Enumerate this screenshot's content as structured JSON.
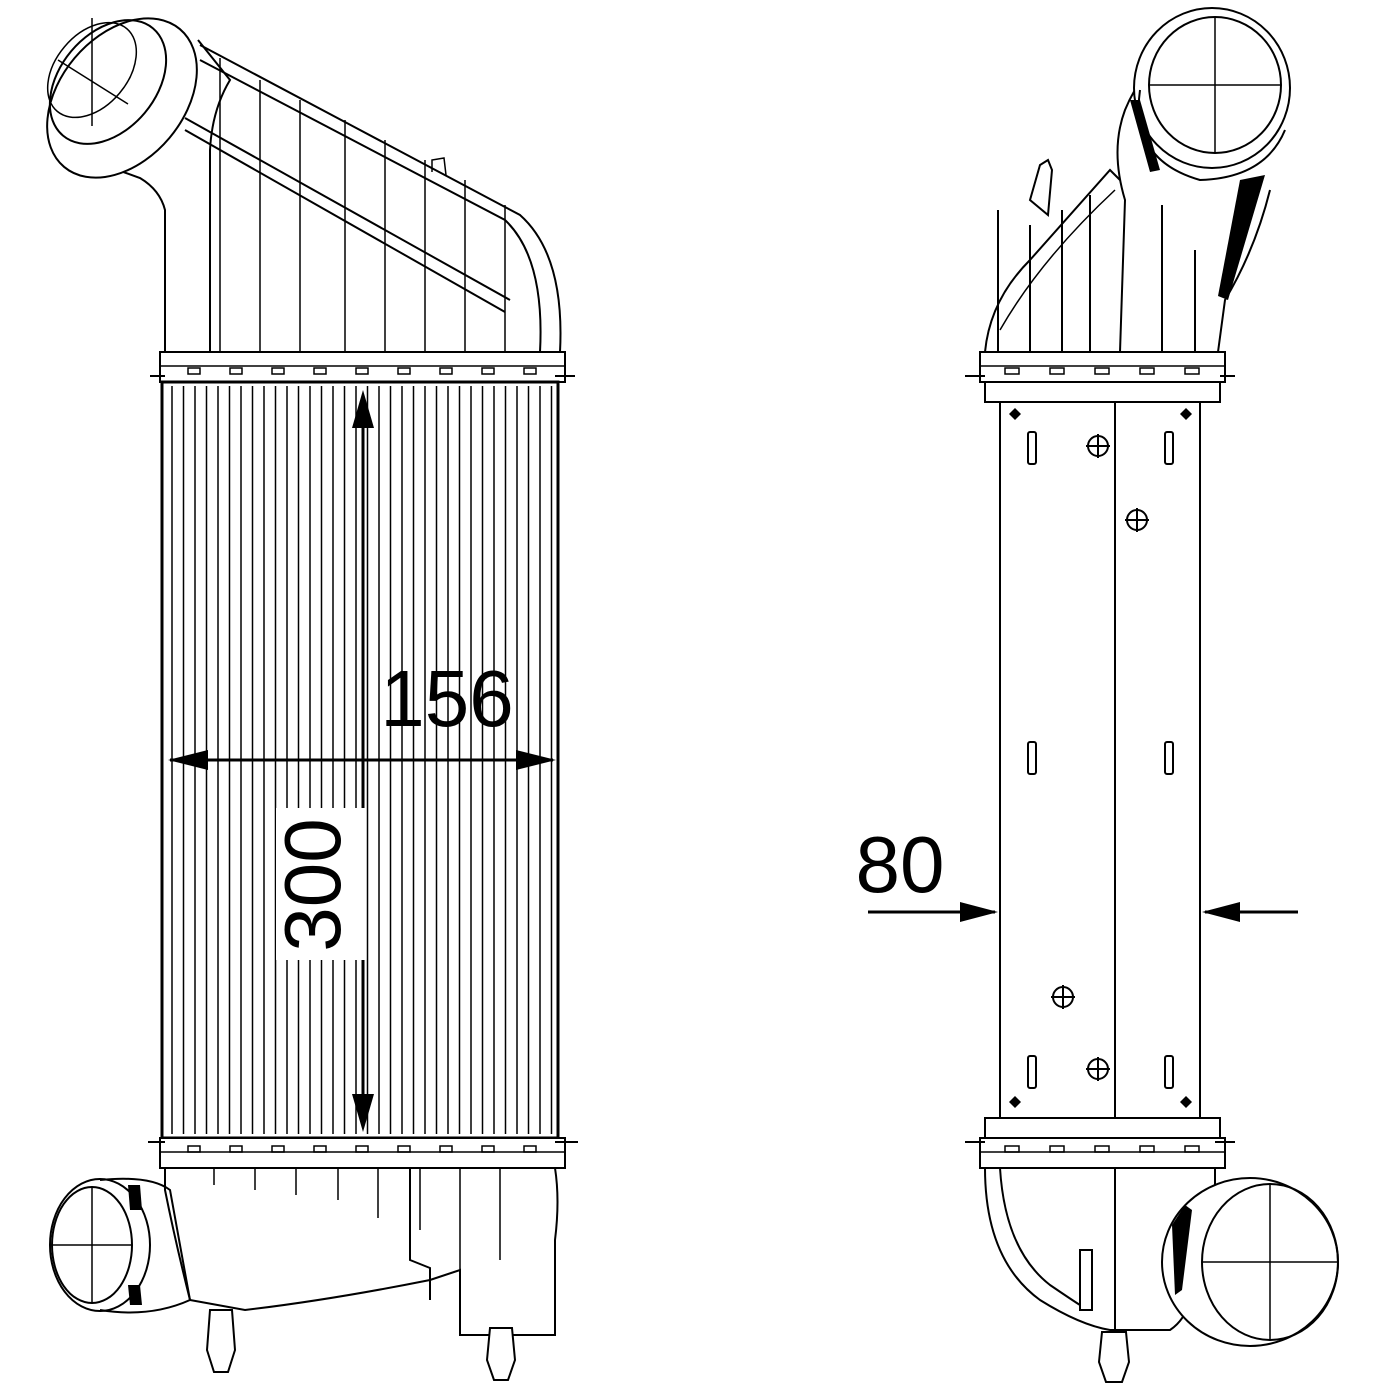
{
  "dimensions": {
    "width_label": "156",
    "height_label": "300",
    "depth_label": "80"
  }
}
